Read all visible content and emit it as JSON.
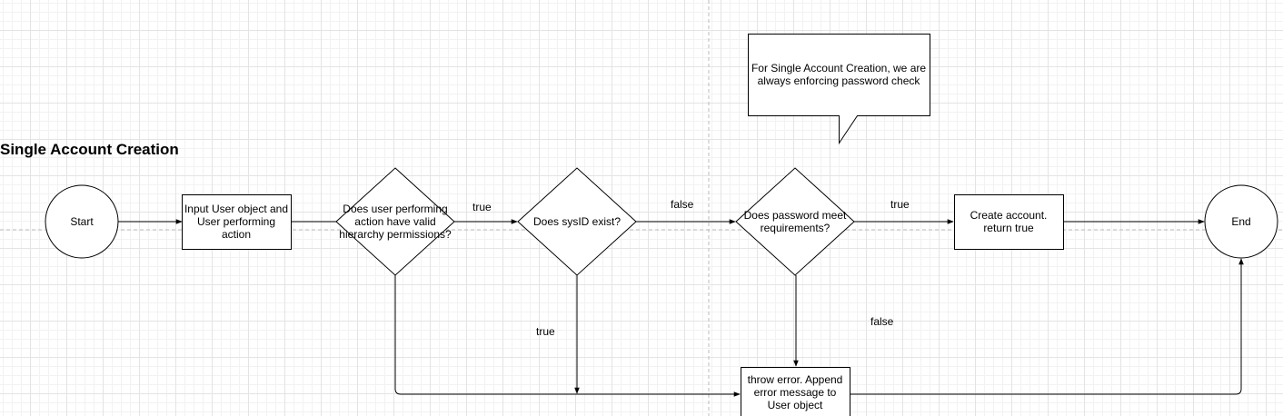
{
  "diagram": {
    "title": "Single Account Creation",
    "nodes": {
      "start": "Start",
      "input": "Input User object and User performing action",
      "hierarchy": "Does user performing action have valid hierarchy permissions?",
      "sysid": "Does sysID exist?",
      "password": "Does password meet requirements?",
      "create": "Create account. return true",
      "end": "End",
      "error": "throw error. Append error message to User object",
      "callout": "For Single Account Creation, we are always enforcing password check"
    },
    "edges": {
      "hierarchy_to_sysid": "true",
      "sysid_to_password": "false",
      "password_to_create": "true",
      "sysid_to_error": "true",
      "password_to_error": "false"
    }
  }
}
